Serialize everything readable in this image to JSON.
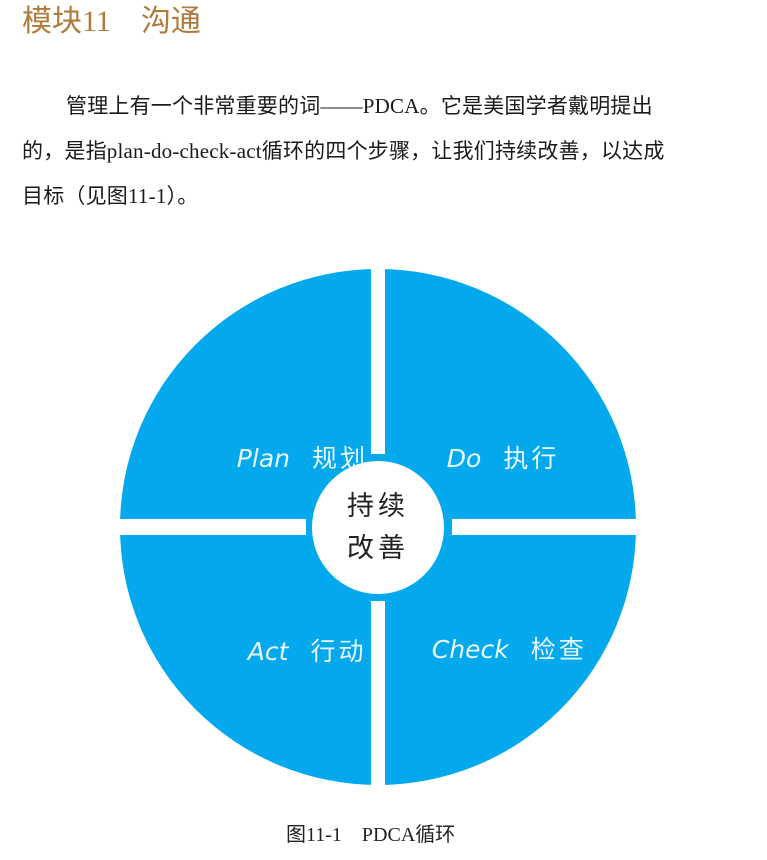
{
  "header": {
    "title": "模块11　沟通"
  },
  "body": {
    "paragraph_lines": [
      "管理上有一个非常重要的词——PDCA。它是美国学者戴明提出",
      "的，是指plan-do-check-act循环的四个步骤，让我们持续改善，以达成",
      "目标（见图11-1）。"
    ]
  },
  "figure": {
    "center_lines": [
      "持续",
      "改善"
    ],
    "quadrants": [
      {
        "position": "top-left",
        "en": "Plan",
        "zh": "规划"
      },
      {
        "position": "top-right",
        "en": "Do",
        "zh": "执行"
      },
      {
        "position": "bottom-left",
        "en": "Act",
        "zh": "行动"
      },
      {
        "position": "bottom-right",
        "en": "Check",
        "zh": "检查"
      }
    ],
    "caption": "图11-1　PDCA循环",
    "colors": {
      "disk": "#03a9ec",
      "label": "#e9f7fd",
      "title": "#b07a3a"
    }
  }
}
